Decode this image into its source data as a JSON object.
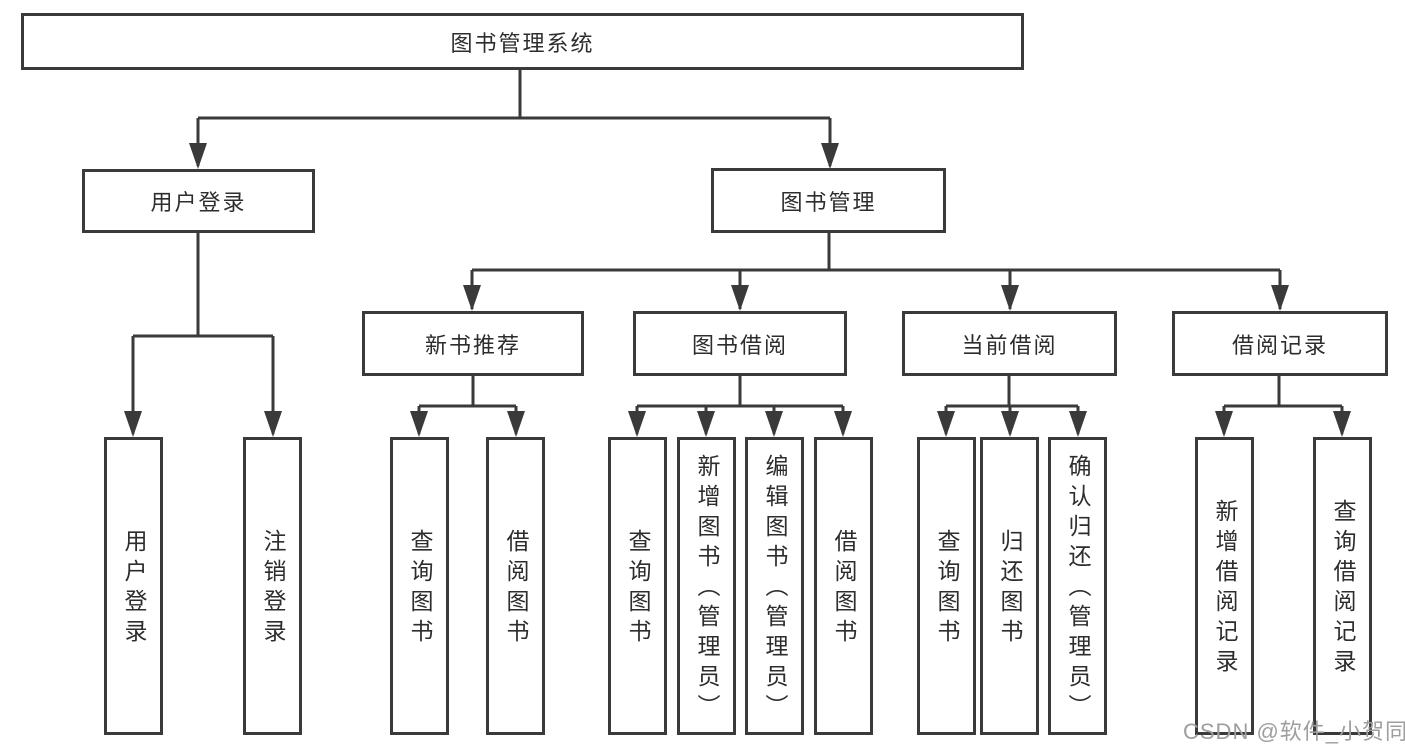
{
  "root": {
    "label": "图书管理系统"
  },
  "branches": [
    {
      "label": "用户登录",
      "children": [
        {
          "label": "用户登录"
        },
        {
          "label": "注销登录"
        }
      ]
    },
    {
      "label": "图书管理",
      "sections": [
        {
          "label": "新书推荐",
          "children": [
            {
              "label": "查询图书"
            },
            {
              "label": "借阅图书"
            }
          ]
        },
        {
          "label": "图书借阅",
          "children": [
            {
              "label": "查询图书"
            },
            {
              "label": "新增图书（管理员）"
            },
            {
              "label": "编辑图书（管理员）"
            },
            {
              "label": "借阅图书"
            }
          ]
        },
        {
          "label": "当前借阅",
          "children": [
            {
              "label": "查询图书"
            },
            {
              "label": "归还图书"
            },
            {
              "label": "确认归还（管理员）"
            }
          ]
        },
        {
          "label": "借阅记录",
          "children": [
            {
              "label": "新增借阅记录"
            },
            {
              "label": "查询借阅记录"
            }
          ]
        }
      ]
    }
  ],
  "watermark": {
    "text": "CSDN @软件_小贺同学",
    "color": "#9e9e9e"
  },
  "colors": {
    "line": "#3a3a3a",
    "box_border": "#3a3a3a",
    "text": "#2d2d2d",
    "background": "#ffffff"
  }
}
